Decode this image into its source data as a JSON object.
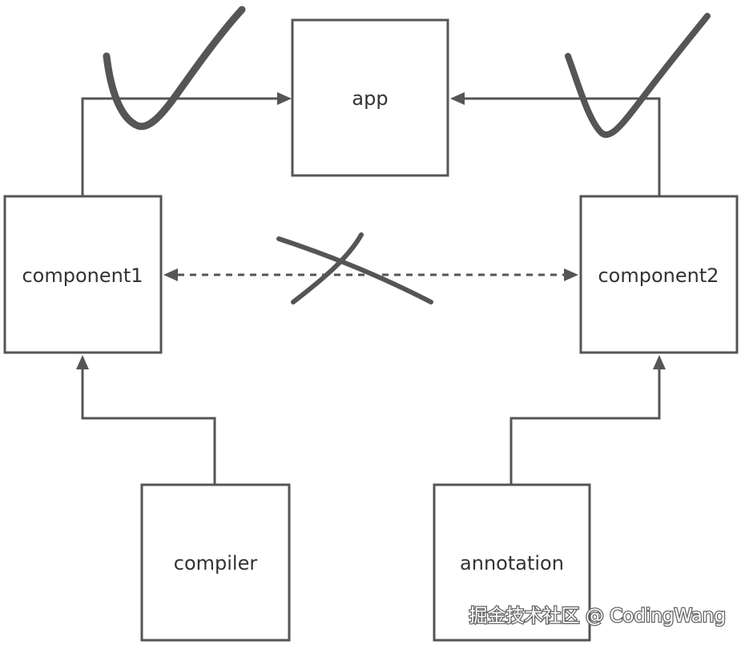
{
  "nodes": {
    "app": "app",
    "component1": "component1",
    "component2": "component2",
    "compiler": "compiler",
    "annotation": "annotation"
  },
  "colors": {
    "stroke": "#555555",
    "text": "#333333",
    "background": "#ffffff"
  },
  "watermark": "掘金技术社区 @ CodingWang"
}
